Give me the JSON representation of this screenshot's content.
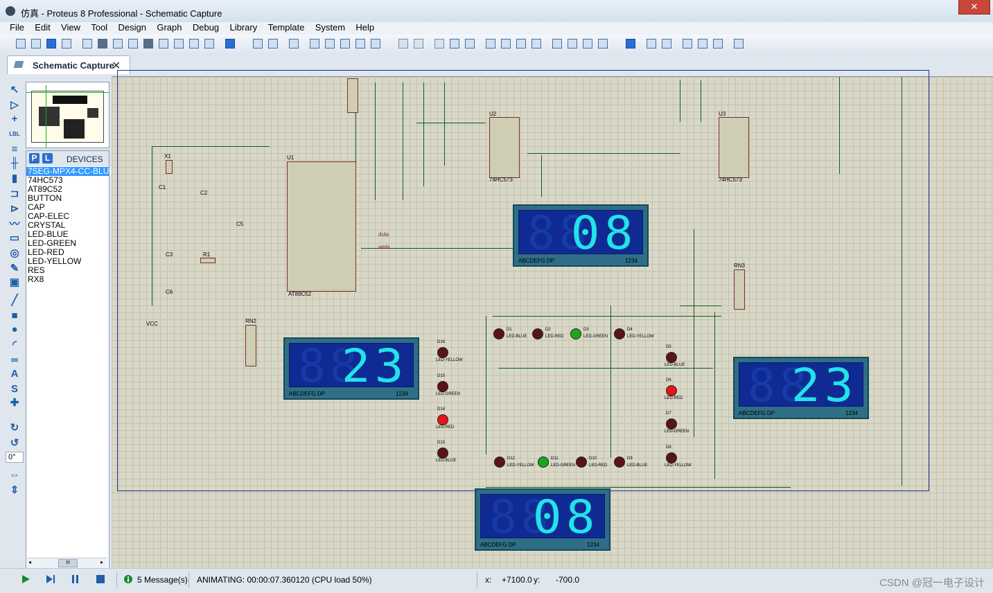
{
  "window": {
    "title": "仿真 - Proteus 8 Professional - Schematic Capture",
    "close_symbol": "✕"
  },
  "menu": [
    "File",
    "Edit",
    "View",
    "Tool",
    "Design",
    "Graph",
    "Debug",
    "Library",
    "Template",
    "System",
    "Help"
  ],
  "tabs": [
    {
      "label": "Schematic Capture",
      "close": "✕"
    }
  ],
  "left_toolbar": {
    "angle": "0°"
  },
  "devices": {
    "pick_button": "P",
    "lib_button": "L",
    "title": "DEVICES",
    "items": [
      "7SEG-MPX4-CC-BLUE",
      "74HC573",
      "AT89C52",
      "BUTTON",
      "CAP",
      "CAP-ELEC",
      "CRYSTAL",
      "LED-BLUE",
      "LED-GREEN",
      "LED-RED",
      "LED-YELLOW",
      "RES",
      "RX8"
    ],
    "selected": "7SEG-MPX4-CC-BLUE",
    "scroll_thumb": "III"
  },
  "schematic": {
    "displays": [
      {
        "digits": "08",
        "seg_label": "ABCDEFG DP",
        "com_label": "1234"
      },
      {
        "digits": "23",
        "seg_label": "ABCDEFG DP",
        "com_label": "1234"
      },
      {
        "digits": "23",
        "seg_label": "ABCDEFG DP",
        "com_label": "1234"
      },
      {
        "digits": "08",
        "seg_label": "ABCDEFG DP",
        "com_label": "1234"
      }
    ],
    "ghost_digits": "88",
    "chips": {
      "u1": "U1",
      "u1_type": "AT89C52",
      "u2": "U2",
      "u2_type": "74HC573",
      "u3": "U3",
      "u3_type": "74HC573",
      "rn2": "RN2",
      "rn3": "RN3",
      "x1": "X1",
      "c1": "C1",
      "c2": "C2",
      "c3": "C3",
      "c5": "C5",
      "c6": "C6",
      "r1": "R1"
    },
    "net_labels": {
      "dula": "dula",
      "wela": "wela",
      "vcc": "VCC"
    },
    "leds": [
      {
        "ref": "D1",
        "type": "LED-BLUE"
      },
      {
        "ref": "D2",
        "type": "LED-RED"
      },
      {
        "ref": "D3",
        "type": "LED-GREEN"
      },
      {
        "ref": "D4",
        "type": "LED-YELLOW"
      },
      {
        "ref": "D5",
        "type": "LED-BLUE"
      },
      {
        "ref": "D6",
        "type": "LED-RED"
      },
      {
        "ref": "D7",
        "type": "LED-GREEN"
      },
      {
        "ref": "D8",
        "type": "LED-YELLOW"
      },
      {
        "ref": "D9",
        "type": "LED-BLUE"
      },
      {
        "ref": "D10",
        "type": "LED-RED"
      },
      {
        "ref": "D11",
        "type": "LED-GREEN"
      },
      {
        "ref": "D12",
        "type": "LED-YELLOW"
      },
      {
        "ref": "D13",
        "type": "LED-BLUE"
      },
      {
        "ref": "D14",
        "type": "LED-RED"
      },
      {
        "ref": "D15",
        "type": "LED-GREEN"
      },
      {
        "ref": "D16",
        "type": "LED-YELLOW"
      }
    ]
  },
  "status": {
    "messages": "5 Message(s)",
    "animating": "ANIMATING: 00:00:07.360120 (CPU load 50%)",
    "x_label": "x:",
    "x_value": "+7100.0",
    "y_label": "y:",
    "y_value": "-700.0",
    "watermark": "CSDN @冠一电子设计"
  },
  "colors": {
    "canvas": "#d9d8c7",
    "segment_on": "#22e3e8",
    "display_bg": "#102a93",
    "wire": "#0b5a20",
    "selection": "#3399ff"
  }
}
